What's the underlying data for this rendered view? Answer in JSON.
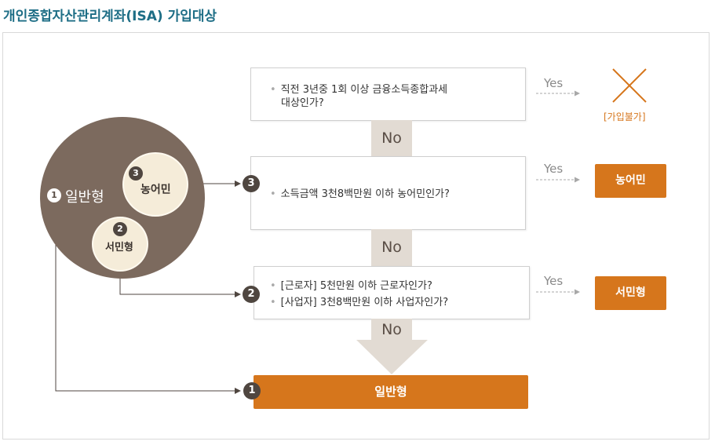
{
  "title": "개인종합자산관리계좌(ISA) 가입대상",
  "colors": {
    "title": "#1e6e86",
    "accent": "#d6761c",
    "brown": "#7c6a5e",
    "cream": "#f5ecd9",
    "no_band": "#e2dbd3"
  },
  "circles": {
    "general": {
      "num": "1",
      "label": "일반형"
    },
    "farmer": {
      "num": "3",
      "label": "농어민"
    },
    "low_income": {
      "num": "2",
      "label": "서민형"
    }
  },
  "questions": {
    "q1": {
      "lines": [
        "직전 3년중 1회 이상 금융소득종합과세",
        "대상인가?"
      ]
    },
    "q3": {
      "num": "3",
      "lines": [
        "소득금액 3천8백만원 이하 농어민인가?"
      ]
    },
    "q2": {
      "num": "2",
      "lines": [
        "[근로자] 5천만원 이하 근로자인가?",
        "[사업자] 3천8백만원 이하 사업자인가?"
      ]
    }
  },
  "no_label": "No",
  "yes_label": "Yes",
  "results": {
    "reject": {
      "icon": "x-icon",
      "label": "[가입불가]"
    },
    "farmer": "농어민",
    "low_income": "서민형",
    "general": {
      "num": "1",
      "label": "일반형"
    }
  }
}
